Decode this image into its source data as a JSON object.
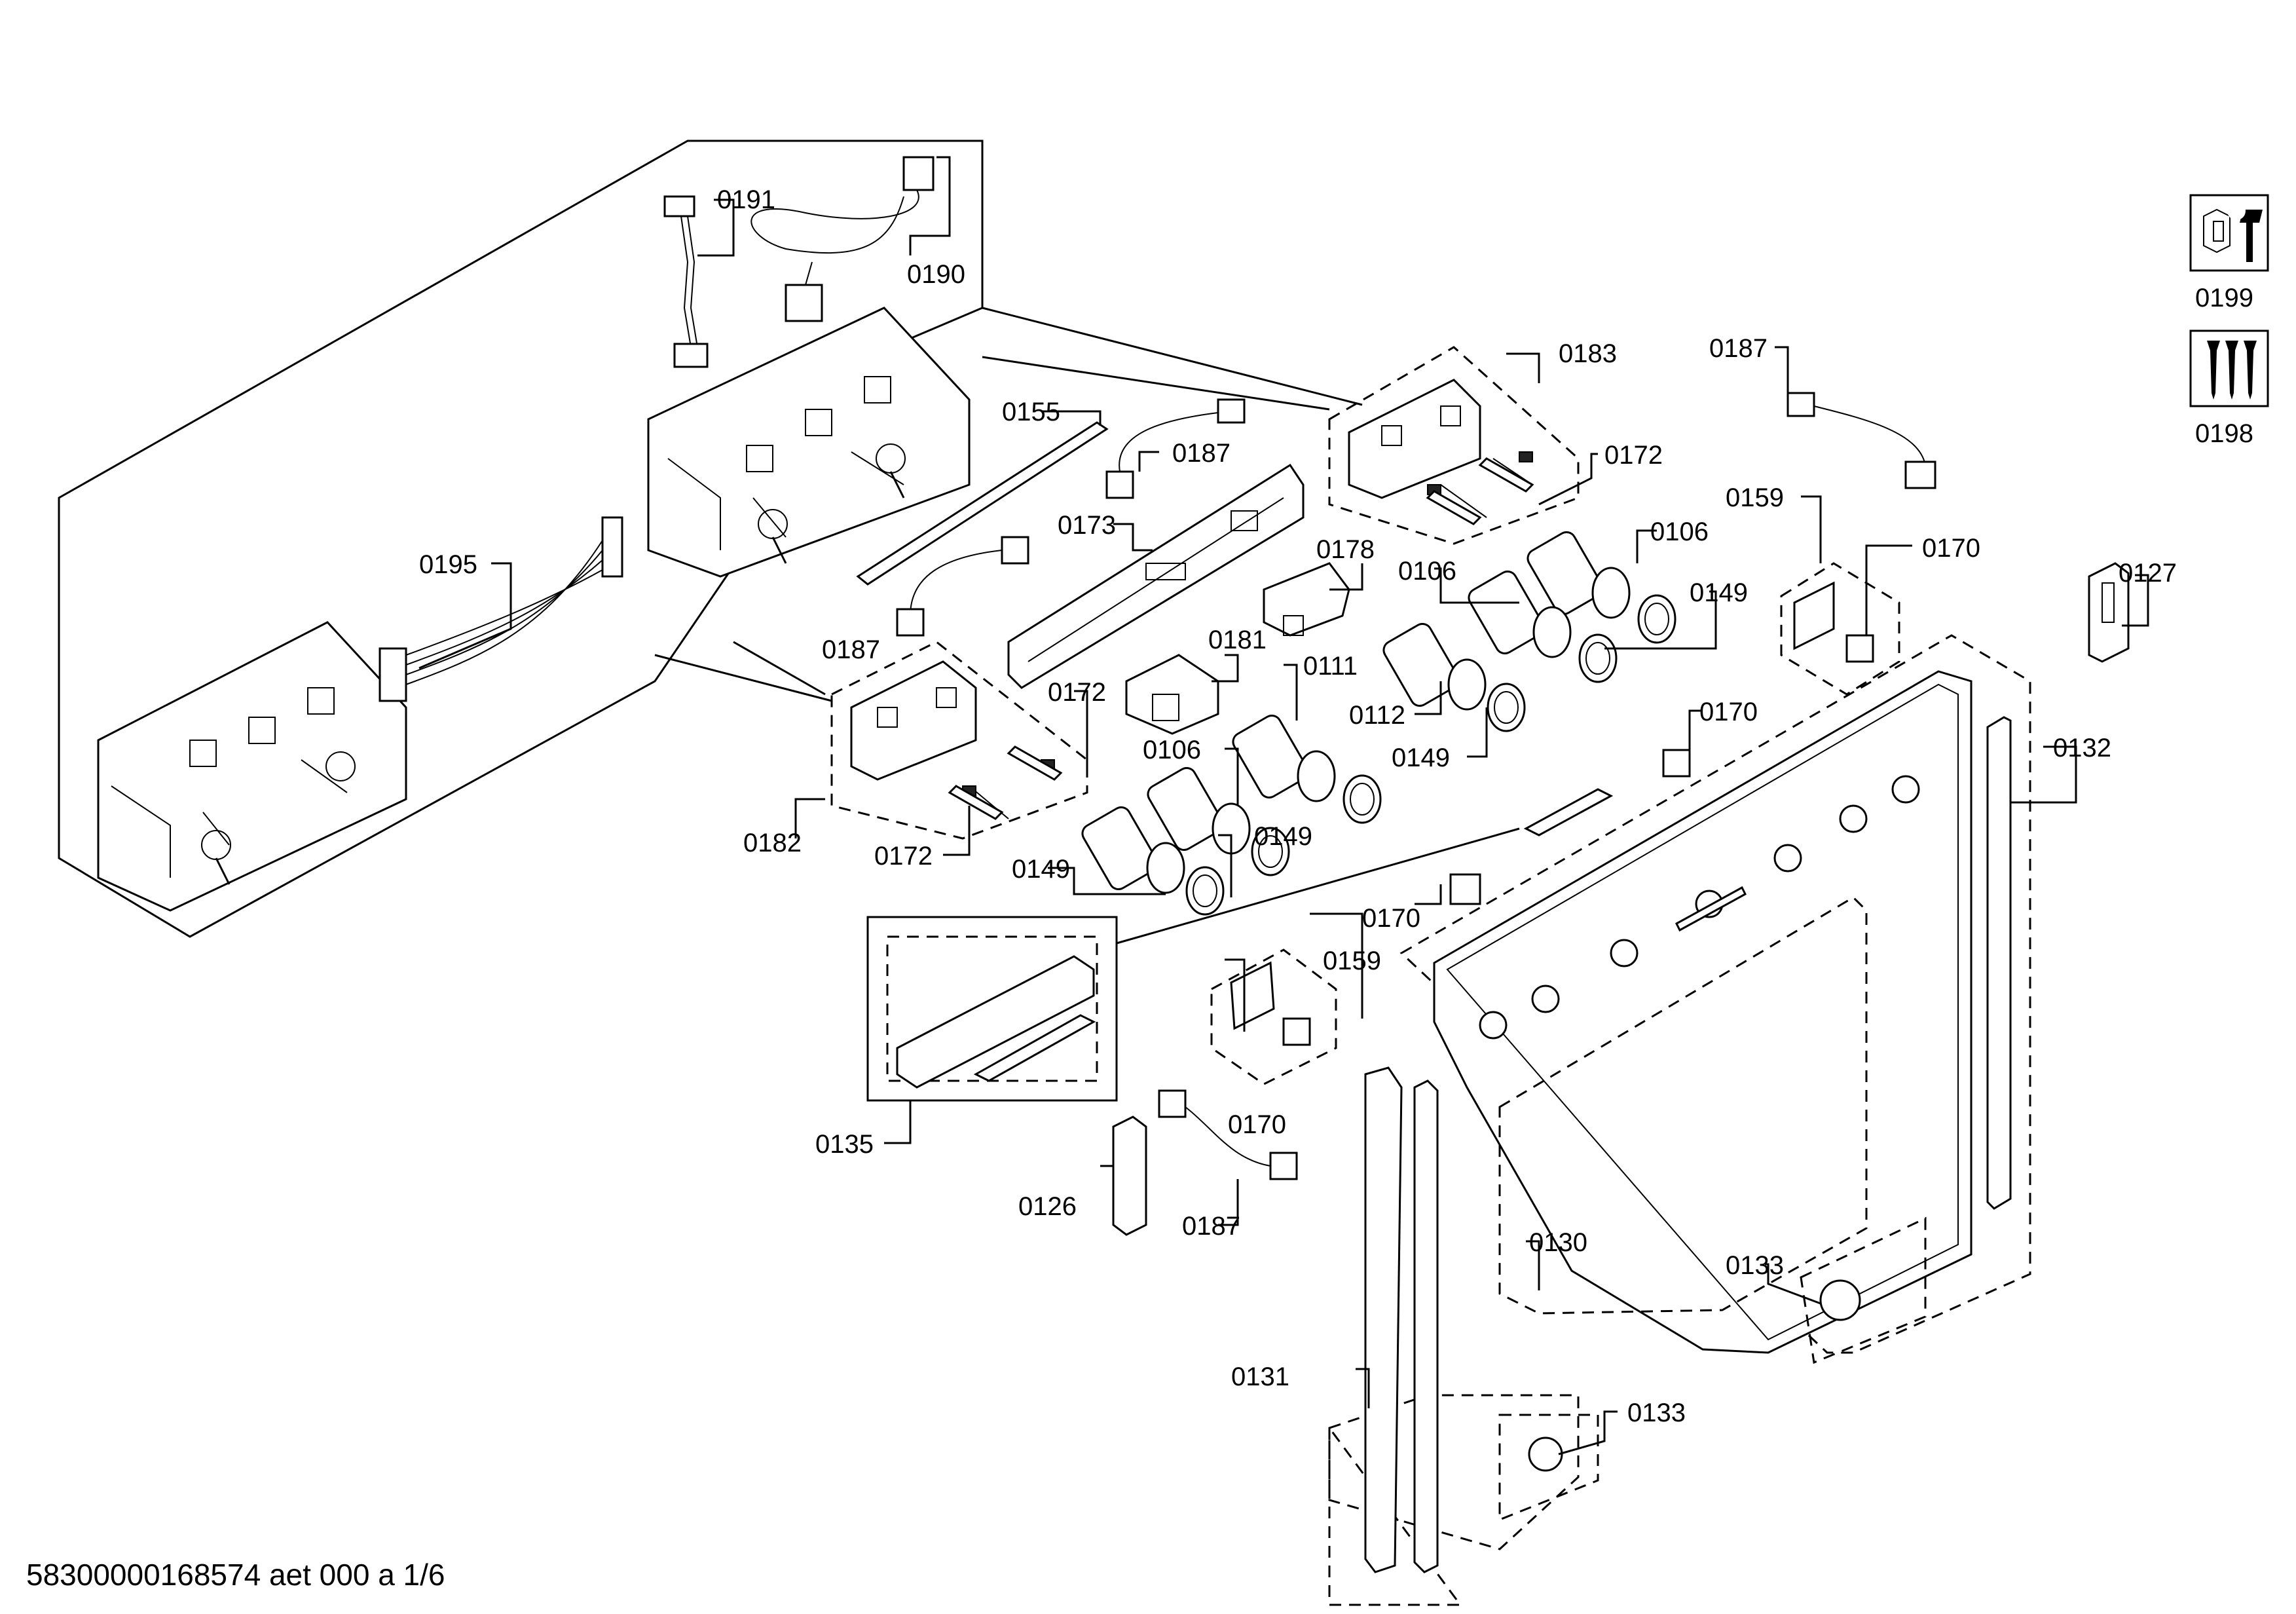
{
  "labels": {
    "p0191": "0191",
    "p0190": "0190",
    "p0195": "0195",
    "p0155": "0155",
    "p0187a": "0187",
    "p0173": "0173",
    "p0187b": "0187",
    "p0183": "0183",
    "p0172a": "0172",
    "p0187c": "0187",
    "p0159a": "0159",
    "p0170a": "0170",
    "p0106a": "0106",
    "p0106b": "0106",
    "p0178": "0178",
    "p0149a": "0149",
    "p0127": "0127",
    "p0181": "0181",
    "p0111": "0111",
    "p0112": "0112",
    "p0172b": "0172",
    "p0106c": "0106",
    "p0149b": "0149",
    "p0170b": "0170",
    "p0132": "0132",
    "p0182": "0182",
    "p0172c": "0172",
    "p0149c": "0149",
    "p0149d": "0149",
    "p0170c": "0170",
    "p0159b": "0159",
    "p0135": "0135",
    "p0170d": "0170",
    "p0126": "0126",
    "p0187d": "0187",
    "p0130": "0130",
    "p0133a": "0133",
    "p0131": "0131",
    "p0133b": "0133",
    "p0199": "0199",
    "p0198": "0198"
  },
  "footer_text": "58300000168574 aet 000 a 1/6",
  "icons": {
    "tool_icon": "wrench-nut-icon",
    "screws_icon": "screws-icon"
  }
}
